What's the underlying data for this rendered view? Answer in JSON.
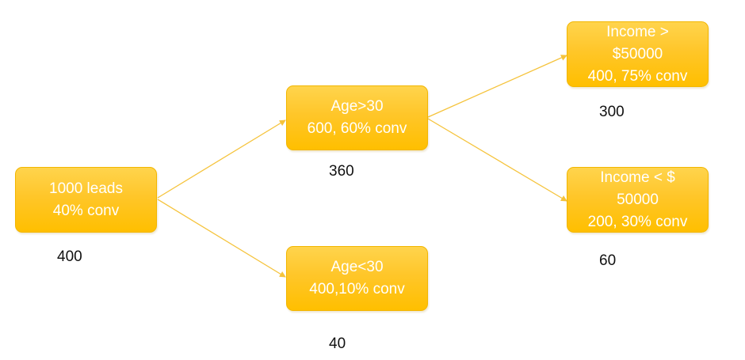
{
  "colors": {
    "node_fill": "#ffc629",
    "edge": "#f5c33b",
    "node_text": "#ffffff",
    "count_text": "#111111"
  },
  "nodes": {
    "root": {
      "lines": [
        "1000 leads",
        "40% conv"
      ],
      "count": "400"
    },
    "age_over_30": {
      "lines": [
        "Age>30",
        "600, 60% conv"
      ],
      "count": "360"
    },
    "age_under_30": {
      "lines": [
        "Age<30",
        "400,10% conv"
      ],
      "count": "40"
    },
    "income_high": {
      "lines": [
        "Income >",
        "$50000",
        "400, 75% conv"
      ],
      "count": "300"
    },
    "income_low": {
      "lines": [
        "Income < $",
        "50000",
        "200, 30% conv"
      ],
      "count": "60"
    }
  }
}
